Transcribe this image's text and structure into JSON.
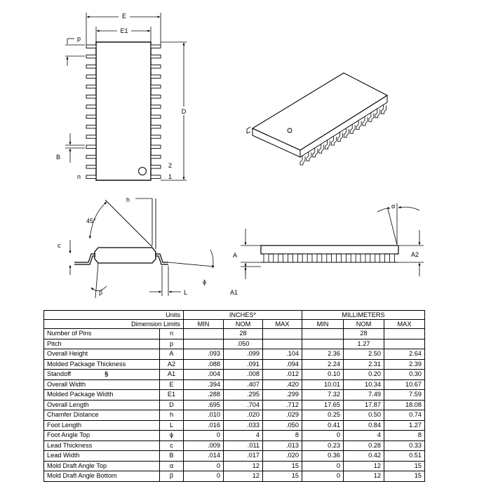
{
  "drawing_labels": {
    "E": "E",
    "E1": "E1",
    "p": "p",
    "D": "D",
    "B": "B",
    "n": "n",
    "pin2": "2",
    "pin1": "1",
    "h": "h",
    "angle45": "45°",
    "c": "c",
    "phi": "ϕ",
    "beta": "β",
    "L": "L",
    "A": "A",
    "A1": "A1",
    "A2": "A2",
    "alpha": "α"
  },
  "table": {
    "header1": {
      "units": "Units",
      "inches": "INCHES*",
      "mm": "MILLIMETERS"
    },
    "header2": {
      "dimension_limits": "Dimension Limits",
      "min": "MIN",
      "nom": "NOM",
      "max": "MAX"
    },
    "rows": [
      {
        "name": "Number of Pins",
        "note": "",
        "sym": "n",
        "in": [
          "",
          "28",
          ""
        ],
        "mm": [
          "",
          "28",
          ""
        ]
      },
      {
        "name": "Pitch",
        "note": "",
        "sym": "p",
        "in": [
          "",
          ".050",
          ""
        ],
        "mm": [
          "",
          "1.27",
          ""
        ]
      },
      {
        "name": "Overall Height",
        "note": "",
        "sym": "A",
        "in": [
          ".093",
          ".099",
          ".104"
        ],
        "mm": [
          "2.36",
          "2.50",
          "2.64"
        ]
      },
      {
        "name": "Molded Package Thickness",
        "note": "",
        "sym": "A2",
        "in": [
          ".088",
          ".091",
          ".094"
        ],
        "mm": [
          "2.24",
          "2.31",
          "2.39"
        ]
      },
      {
        "name": "Standoff",
        "note": "§",
        "sym": "A1",
        "in": [
          ".004",
          ".008",
          ".012"
        ],
        "mm": [
          "0.10",
          "0.20",
          "0.30"
        ]
      },
      {
        "name": "Overall Width",
        "note": "",
        "sym": "E",
        "in": [
          ".394",
          ".407",
          ".420"
        ],
        "mm": [
          "10.01",
          "10.34",
          "10.67"
        ]
      },
      {
        "name": "Molded Package Width",
        "note": "",
        "sym": "E1",
        "in": [
          ".288",
          ".295",
          ".299"
        ],
        "mm": [
          "7.32",
          "7.49",
          "7.59"
        ]
      },
      {
        "name": "Overall Length",
        "note": "",
        "sym": "D",
        "in": [
          ".695",
          ".704",
          ".712"
        ],
        "mm": [
          "17.65",
          "17.87",
          "18.08"
        ]
      },
      {
        "name": "Chamfer Distance",
        "note": "",
        "sym": "h",
        "in": [
          ".010",
          ".020",
          ".029"
        ],
        "mm": [
          "0.25",
          "0.50",
          "0.74"
        ]
      },
      {
        "name": "Foot Length",
        "note": "",
        "sym": "L",
        "in": [
          ".016",
          ".033",
          ".050"
        ],
        "mm": [
          "0.41",
          "0.84",
          "1.27"
        ]
      },
      {
        "name": "Foot Angle Top",
        "note": "",
        "sym": "ϕ",
        "in": [
          "0",
          "4",
          "8"
        ],
        "mm": [
          "0",
          "4",
          "8"
        ]
      },
      {
        "name": "Lead Thickness",
        "note": "",
        "sym": "c",
        "in": [
          ".009",
          ".011",
          ".013"
        ],
        "mm": [
          "0.23",
          "0.28",
          "0.33"
        ]
      },
      {
        "name": "Lead Width",
        "note": "",
        "sym": "B",
        "in": [
          ".014",
          ".017",
          ".020"
        ],
        "mm": [
          "0.36",
          "0.42",
          "0.51"
        ]
      },
      {
        "name": "Mold Draft Angle Top",
        "note": "",
        "sym": "α",
        "in": [
          "0",
          "12",
          "15"
        ],
        "mm": [
          "0",
          "12",
          "15"
        ]
      },
      {
        "name": "Mold Draft Angle Bottom",
        "note": "",
        "sym": "β",
        "in": [
          "0",
          "12",
          "15"
        ],
        "mm": [
          "0",
          "12",
          "15"
        ]
      }
    ]
  }
}
